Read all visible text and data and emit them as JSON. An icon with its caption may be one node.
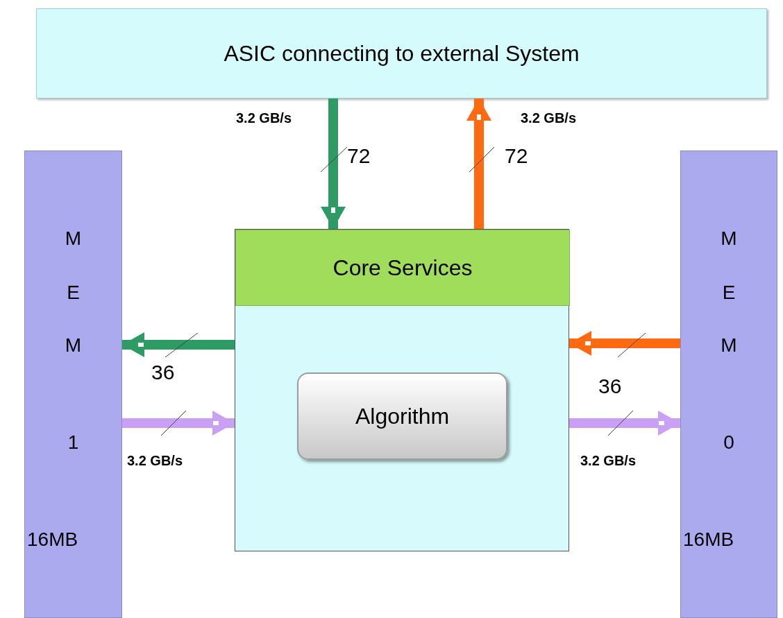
{
  "diagram": {
    "nodes": [
      {
        "text": [
          "ASIC connecting to external System"
        ]
      },
      {
        "text": [
          "M E M 1",
          "16MB"
        ]
      },
      {
        "text": [],
        "shape": "box"
      },
      {
        "text": [
          "Core Services"
        ],
        "in": 2
      },
      {
        "text": [
          "Algorithm"
        ],
        "in": 2
      },
      {
        "text": [
          "M E M 0",
          "16MB"
        ]
      }
    ],
    "edges": [
      {
        "from": 0,
        "to": 3,
        "arrow": "to",
        "label": "3.2 GB/s",
        "color": "#2e9a64"
      },
      {
        "from": 3,
        "to": 0,
        "arrow": "to",
        "label": "3.2 GB/s",
        "color": "#ff6a10"
      },
      {
        "from": 2,
        "to": 1,
        "arrow": "to",
        "label": "36",
        "color": "#2e9a64"
      },
      {
        "from": 1,
        "to": 2,
        "arrow": "to",
        "label": "3.2 GB/s",
        "color": "#c9a0f5"
      },
      {
        "from": 5,
        "to": 2,
        "arrow": "to",
        "label": "36",
        "color": "#ff6a10"
      },
      {
        "from": 2,
        "to": 5,
        "arrow": "to",
        "label": "3.2 GB/s",
        "color": "#c9a0f5"
      }
    ],
    "labels": [
      "72",
      "72"
    ]
  }
}
